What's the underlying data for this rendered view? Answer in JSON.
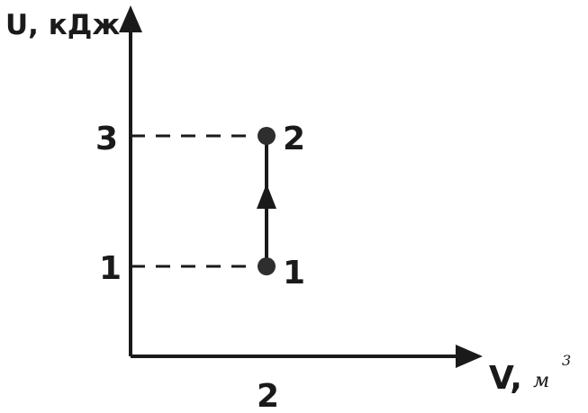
{
  "diagram": {
    "y_axis_label": "U, кДж",
    "x_axis_label": "V, ",
    "x_axis_unit": "м",
    "x_axis_unit_power": "3",
    "y_tick_high": "3",
    "y_tick_low": "1",
    "x_tick": "2",
    "point_2_label": "2",
    "point_1_label": "1",
    "colors": {
      "ink": "#1a1a1a",
      "point": "#2e2e2e",
      "background": "#ffffff"
    }
  }
}
